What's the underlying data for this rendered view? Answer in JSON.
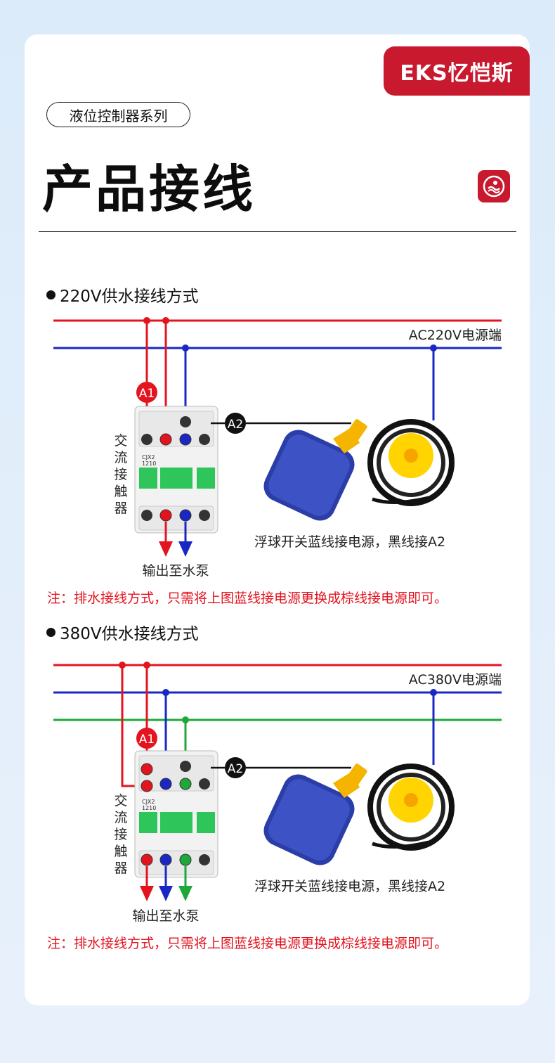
{
  "brand": {
    "logo_text": "EKS忆恺斯"
  },
  "header": {
    "series": "液位控制器系列",
    "title": "产品接线"
  },
  "diagram1": {
    "heading": "220V供水接线方式",
    "power_label": "AC220V电源端",
    "contactor_label": "交流接触器",
    "model": "CJX2\n1210",
    "terminal_a1": "A1",
    "terminal_a2": "A2",
    "float_caption": "浮球开关蓝线接电源，黑线接A2",
    "output_label": "输出至水泵",
    "note": "注：排水接线方式，只需将上图蓝线接电源更换成棕线接电源即可。"
  },
  "diagram2": {
    "heading": "380V供水接线方式",
    "power_label": "AC380V电源端",
    "contactor_label": "交流接触器",
    "terminal_a1": "A1",
    "terminal_a2": "A2",
    "float_caption": "浮球开关蓝线接电源，黑线接A2",
    "output_label": "输出至水泵",
    "note": "注：排水接线方式，只需将上图蓝线接电源更换成棕线接电源即可。"
  },
  "colors": {
    "red": "#e4141f",
    "blue": "#1a27c4",
    "green": "#1fa83a",
    "brand_red": "#c8192f"
  }
}
